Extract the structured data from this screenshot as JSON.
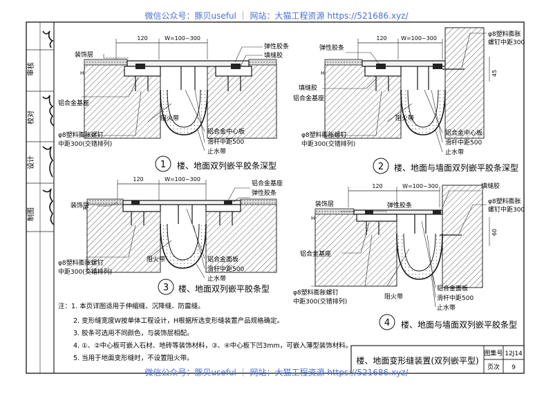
{
  "watermark": "微信公众号：豚贝useful ｜ 网站：大猫工程资源 https://521686.xyz/",
  "side_panel": {
    "approve": "审核",
    "check": "校对",
    "design": "设计",
    "draw": "制图"
  },
  "diagrams": [
    {
      "number": "1",
      "title": "楼、地面双列嵌平胶条深型",
      "dims": {
        "side": "120",
        "width": "W=100~300",
        "height": "H"
      },
      "labels": {
        "finish": "装饰层",
        "elastic": "弹性胶条",
        "filler": "填缝胶",
        "base": "铝合金基座",
        "bolt1": "φ8塑料膨胀螺钉",
        "bolt2": "中距300(交错排列)",
        "fire": "阻火带",
        "center": "铝合金中心板",
        "rod": "滑杆中距500",
        "water": "止水带"
      }
    },
    {
      "number": "2",
      "title": "楼、地面与墙面双列嵌平胶条深型",
      "dims": {
        "side": "120",
        "width": "W=100~300",
        "height": "H",
        "wall": "45"
      },
      "labels": {
        "elastic": "弹性胶条",
        "wbolt1": "φ8塑料膨胀",
        "wbolt2": "螺钉中距300",
        "filler": "填缝胶",
        "base": "铝合金基座",
        "bolt1": "φ8塑料膨胀螺钉",
        "bolt2": "中距300(交错排列)",
        "fire": "阻火带",
        "center": "铝合金中心板",
        "rod": "滑杆中距500",
        "water": "止水带"
      }
    },
    {
      "number": "3",
      "title": "楼、地面双列嵌平胶条型",
      "dims": {
        "side": "120",
        "width": "W=100~300",
        "height": "H"
      },
      "labels": {
        "finish": "装饰层",
        "base": "铝合金基座",
        "elastic": "弹性胶条",
        "bolt1": "φ8塑料膨胀螺钉",
        "bolt2": "中距300(交错排列)",
        "fire": "阻火带",
        "panel": "铝合金面板",
        "rod": "滑杆中距500",
        "water": "止水带"
      }
    },
    {
      "number": "4",
      "title": "楼、地面与墙面双列嵌平胶条型",
      "dims": {
        "side": "120",
        "width": "W=100~300",
        "height": "H",
        "wall": "60"
      },
      "labels": {
        "filler": "填缝胶",
        "finish": "装饰层",
        "elastic": "弹性胶条",
        "wbolt1": "φ8塑料膨胀",
        "wbolt2": "螺钉中距300",
        "base": "铝合金基座",
        "bolt1": "φ8塑料膨胀螺钉",
        "bolt2": "中距300(交错排列)",
        "fire": "阻火带",
        "panel": "铝合金面板",
        "rod": "滑杆中距500",
        "water": "止水带"
      }
    }
  ],
  "notes": [
    "注：1. 本页详图适用于伸缩缝、沉降缝、防震缝。",
    "2. 变形缝宽度W按单体工程设计，H根据所选变形缝装置产品规格确定。",
    "3. 胶条可选用不同颜色，与装饰层相配。",
    "4. ①、②中心板可嵌入石材、地砖等装饰材料，③、④中心板下凹3mm，可嵌入薄型装饰材料。",
    "5. 当用于地面变形缝时，不设置阻火带。"
  ],
  "title_block": {
    "title": "楼、地面变形缝装置(双列嵌平型)",
    "atlas_label": "图集号",
    "atlas_no": "12J14",
    "page_label": "页次",
    "page_no": "9"
  }
}
